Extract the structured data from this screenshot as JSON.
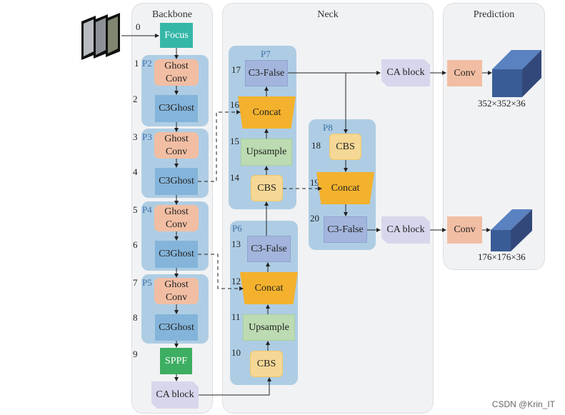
{
  "sections": {
    "backbone": "Backbone",
    "neck": "Neck",
    "prediction": "Prediction"
  },
  "backbone": {
    "input_index": "0",
    "focus": "Focus",
    "groups": [
      {
        "label": "P2",
        "ghost_index": "1",
        "c3_index": "2",
        "ghost": "Ghost Conv",
        "c3": "C3Ghost"
      },
      {
        "label": "P3",
        "ghost_index": "3",
        "c3_index": "4",
        "ghost": "Ghost Conv",
        "c3": "C3Ghost"
      },
      {
        "label": "P4",
        "ghost_index": "5",
        "c3_index": "6",
        "ghost": "Ghost Conv",
        "c3": "C3Ghost"
      },
      {
        "label": "P5",
        "ghost_index": "7",
        "c3_index": "8",
        "ghost": "Ghost Conv",
        "c3": "C3Ghost"
      }
    ],
    "sppf_index": "9",
    "sppf": "SPPF",
    "ca": "CA block"
  },
  "neck": {
    "p6": {
      "label": "P6",
      "cbs_index": "10",
      "cbs": "CBS",
      "ups_index": "11",
      "ups": "Upsample",
      "concat_index": "12",
      "concat": "Concat",
      "c3_index": "13",
      "c3": "C3-False"
    },
    "p7": {
      "label": "P7",
      "cbs_index": "14",
      "cbs": "CBS",
      "ups_index": "15",
      "ups": "Upsample",
      "concat_index": "16",
      "concat": "Concat",
      "c3_index": "17",
      "c3": "C3-False"
    },
    "p8": {
      "label": "P8",
      "cbs_index": "18",
      "cbs": "CBS",
      "concat_index": "19",
      "concat": "Concat",
      "c3_index": "20",
      "c3": "C3-False"
    },
    "ca_top": "CA block",
    "ca_bottom": "CA block"
  },
  "prediction": {
    "conv_top": "Conv",
    "conv_bottom": "Conv",
    "out_top": "352×352×36",
    "out_bottom": "176×176×36"
  },
  "colors": {
    "ghost_conv": "#f1bea3",
    "c3ghost": "#84b4da",
    "focus": "#35b7a8",
    "sppf": "#3dae62",
    "concat": "#f3b12d",
    "cbs": "#f5d896",
    "upsample": "#bcdbb2",
    "c3_false": "#a3b5dc",
    "ca_block": "#d7d6ec",
    "output_tensor": "#3a5c96"
  },
  "watermark": "CSDN @Krin_IT"
}
